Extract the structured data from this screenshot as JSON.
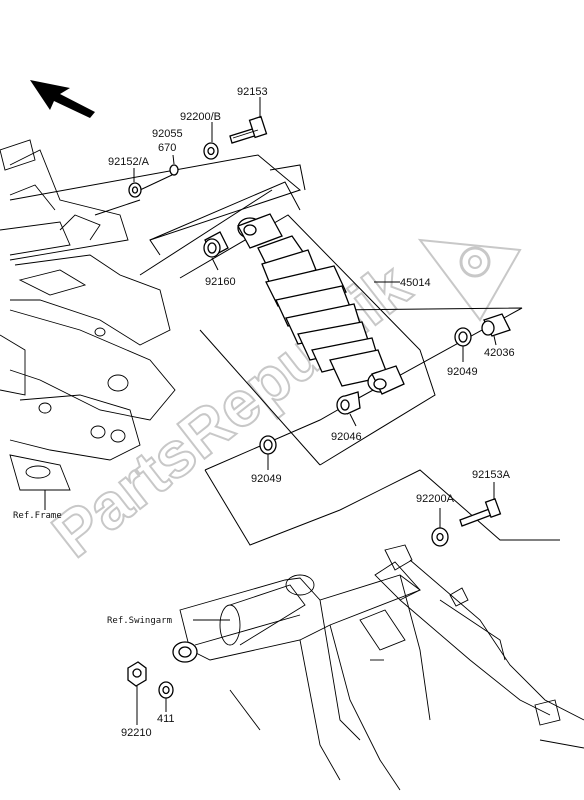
{
  "labels": {
    "p92153": "92153",
    "p92200B": "92200/B",
    "p92055": "92055",
    "p670": "670",
    "p92152A": "92152/A",
    "p92160": "92160",
    "p45014": "45014",
    "p42036": "42036",
    "p92049_right": "92049",
    "p92046": "92046",
    "p92049_left": "92049",
    "p92153A": "92153A",
    "p92200A": "92200A",
    "p411": "411",
    "p92210": "92210"
  },
  "refs": {
    "frame": "Ref.Frame",
    "swingarm": "Ref.Swingarm"
  },
  "watermark": "PartsRepublik",
  "colors": {
    "line": "#000000",
    "watermark": "#c8c8c8"
  }
}
